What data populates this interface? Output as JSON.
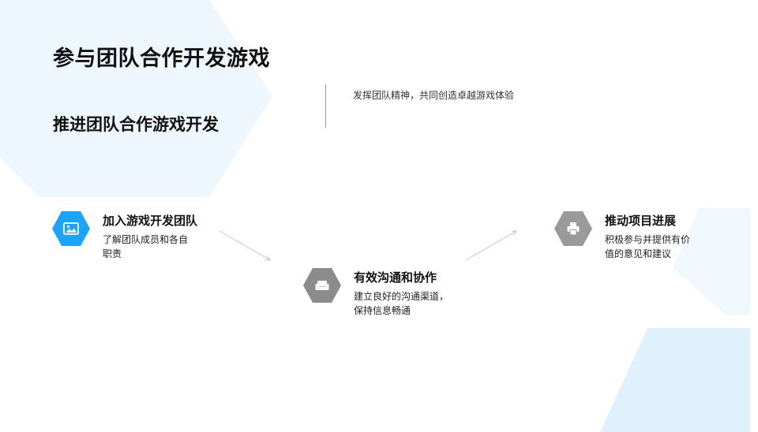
{
  "slide": {
    "title": "参与团队合作开发游戏",
    "subtitle": "推进团队合作游戏开发",
    "tagline": "发挥团队精神，共同创造卓越游戏体验"
  },
  "steps": [
    {
      "title": "加入游戏开发团队",
      "desc": "了解团队成员和各自职责",
      "icon": "image-icon",
      "color": "#1aa3ff"
    },
    {
      "title": "有效沟通和协作",
      "desc": "建立良好的沟通渠道，保持信息畅通",
      "icon": "sofa-icon",
      "color": "#8c8c8c"
    },
    {
      "title": "推动项目进展",
      "desc": "积极参与并提供有价值的意见和建议",
      "icon": "printer-icon",
      "color": "#9a9a9a"
    }
  ],
  "colors": {
    "accent": "#1aa3ff",
    "decor_light": "#edf7fd",
    "decor_mid": "#dff1fc"
  }
}
